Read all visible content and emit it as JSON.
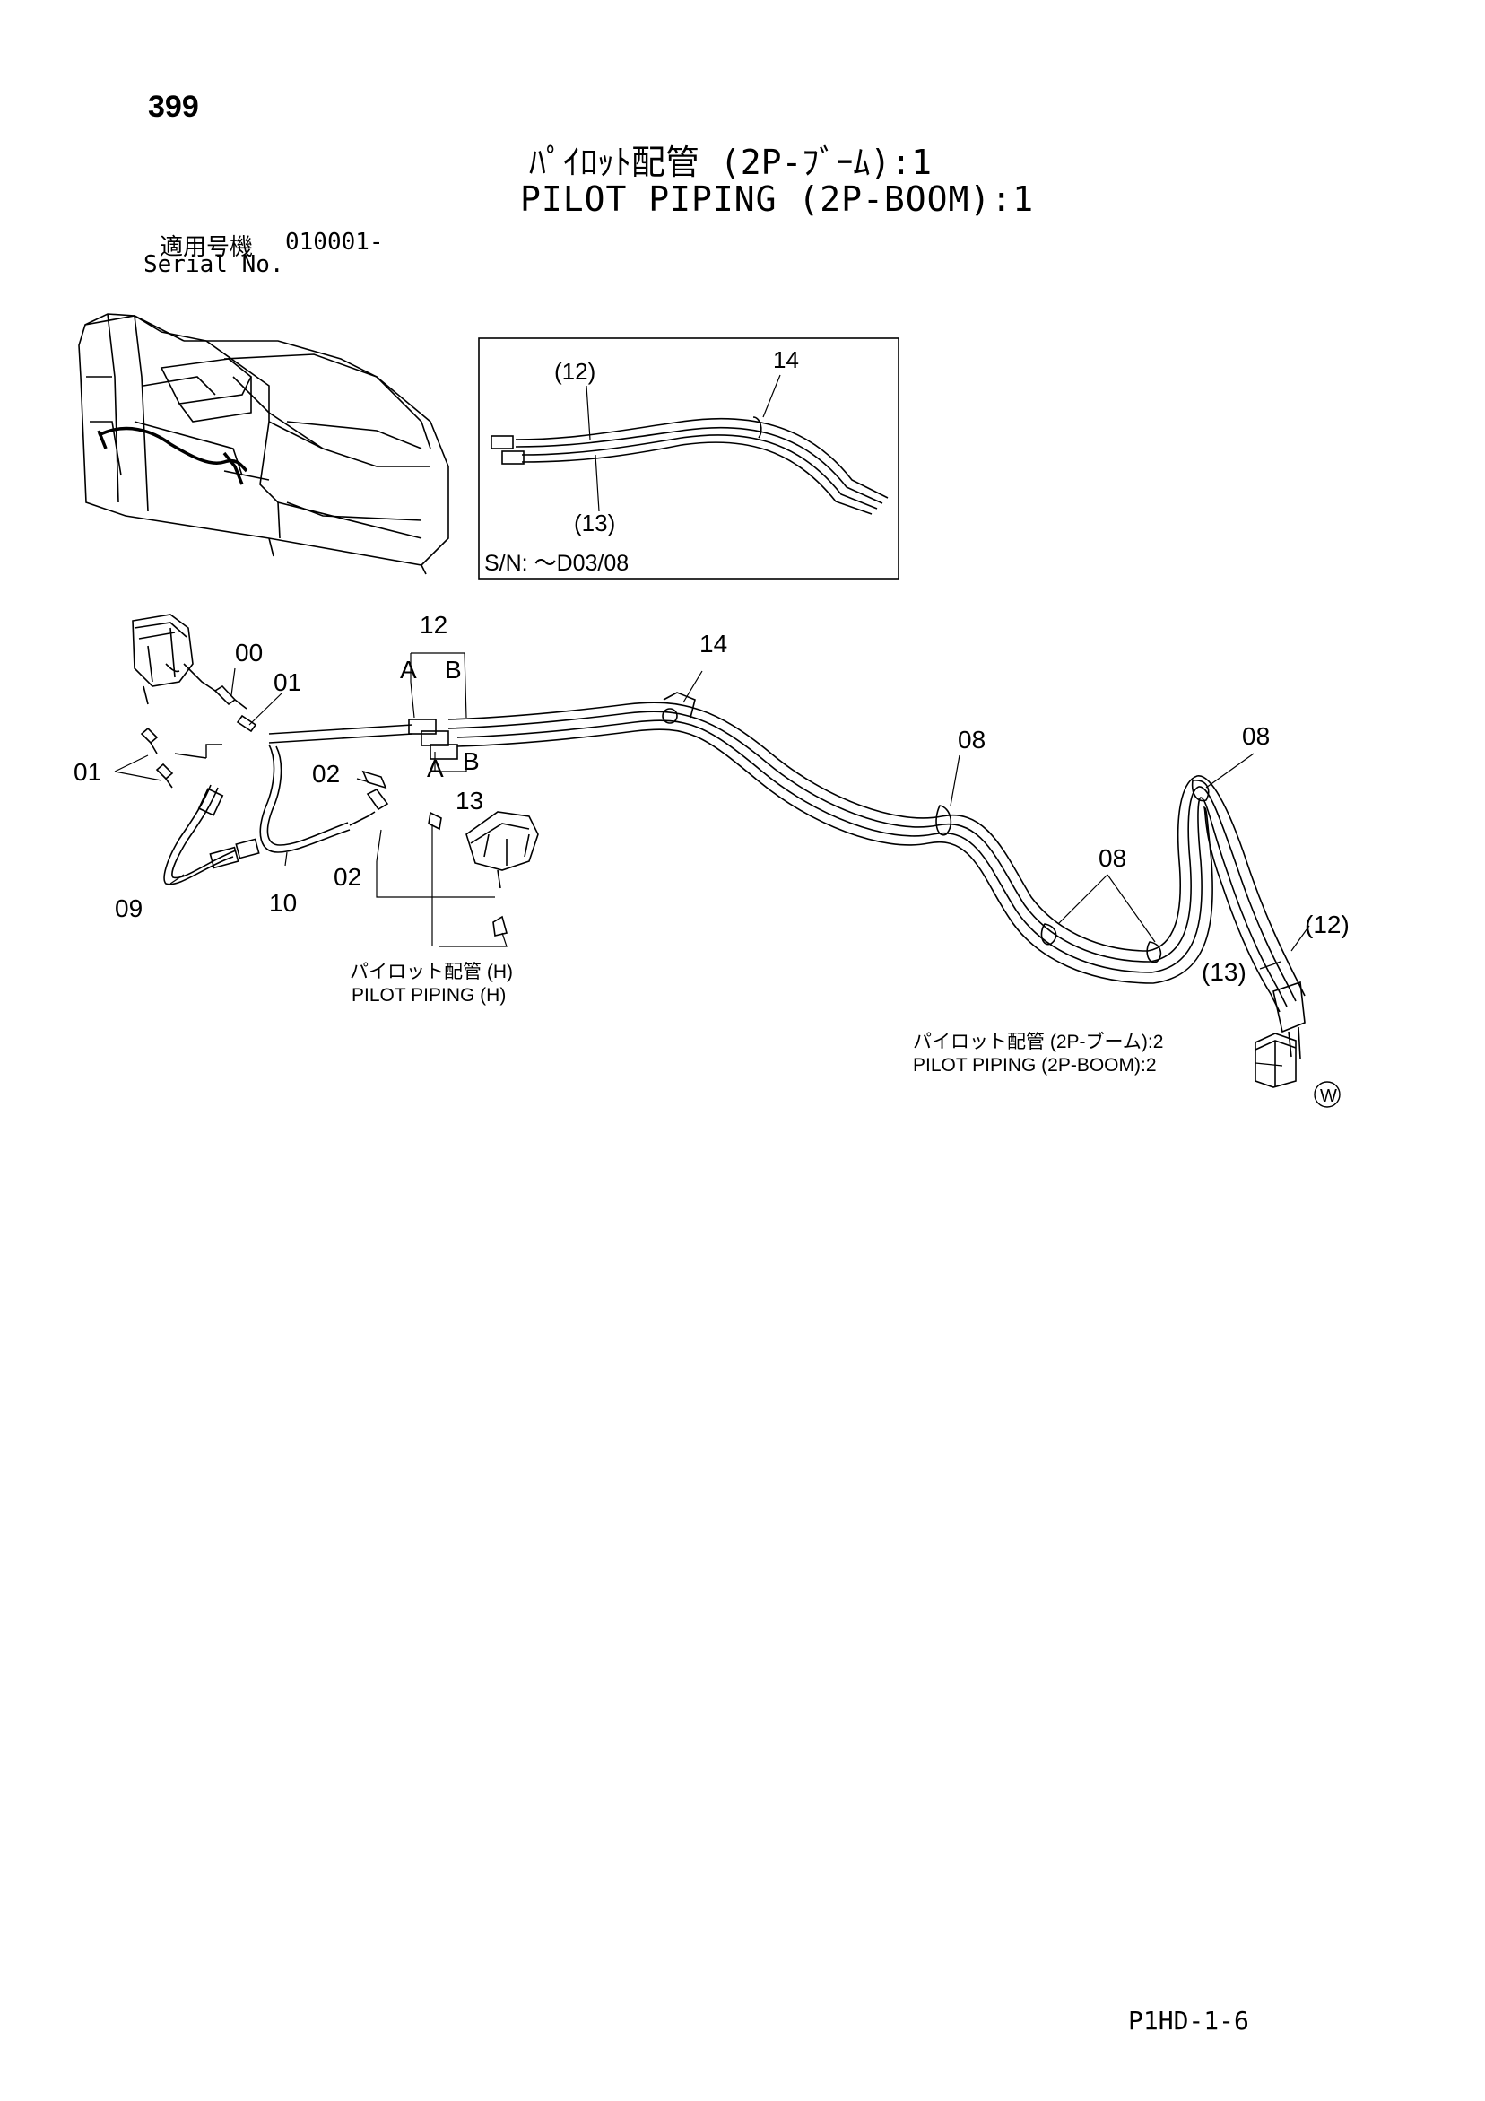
{
  "page_number": "399",
  "title": {
    "japanese": "ﾊﾟｲﾛｯﾄ配管 (2P-ﾌﾞｰﾑ):1",
    "english": "PILOT PIPING (2P-BOOM):1"
  },
  "serial": {
    "japanese_label": "適用号機",
    "number": "010001-",
    "english_label": "Serial No."
  },
  "inset": {
    "labels": {
      "item_12": "(12)",
      "item_13": "(13)",
      "item_14": "14"
    },
    "serial_note": "S/N: ～D03/08"
  },
  "callouts": {
    "c00": "00",
    "c01a": "01",
    "c01b": "01",
    "c02a": "02",
    "c02b": "02",
    "c09": "09",
    "c10": "10",
    "c12": "12",
    "c12_a": "A",
    "c12_b": "B",
    "c13": "13",
    "c13_a": "A",
    "c13_b": "B",
    "c14": "14",
    "c08a": "08",
    "c08b": "08",
    "c08c": "08",
    "c12_paren": "(12)",
    "c13_paren": "(13)",
    "w_mark": "W"
  },
  "references": {
    "pilot_h_jp": "パイロット配管 (H)",
    "pilot_h_en": "PILOT PIPING (H)",
    "pilot_2p_jp": "パイロット配管 (2P-ブーム):2",
    "pilot_2p_en": "PILOT PIPING (2P-BOOM):2"
  },
  "footer_code": "P1HD-1-6"
}
